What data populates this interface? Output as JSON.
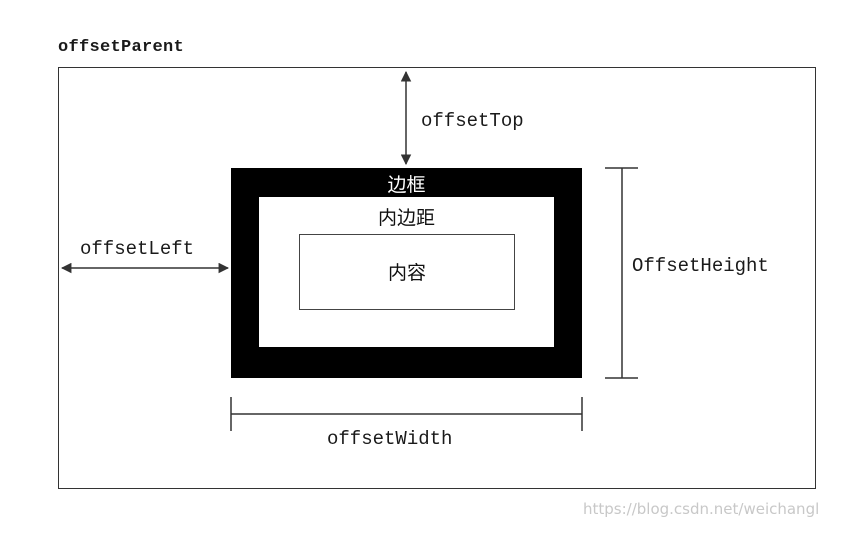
{
  "parent": {
    "title": "offsetParent"
  },
  "box": {
    "border_label": "边框",
    "padding_label": "内边距",
    "content_label": "内容"
  },
  "measures": {
    "top": "offsetTop",
    "left": "offsetLeft",
    "height": "OffsetHeight",
    "width": "offsetWidth"
  },
  "watermark": "https://blog.csdn.net/weichangl",
  "colors": {
    "border_fill": "#000000",
    "background": "#ffffff",
    "line": "#333333",
    "watermark": "#c8c8c8"
  }
}
